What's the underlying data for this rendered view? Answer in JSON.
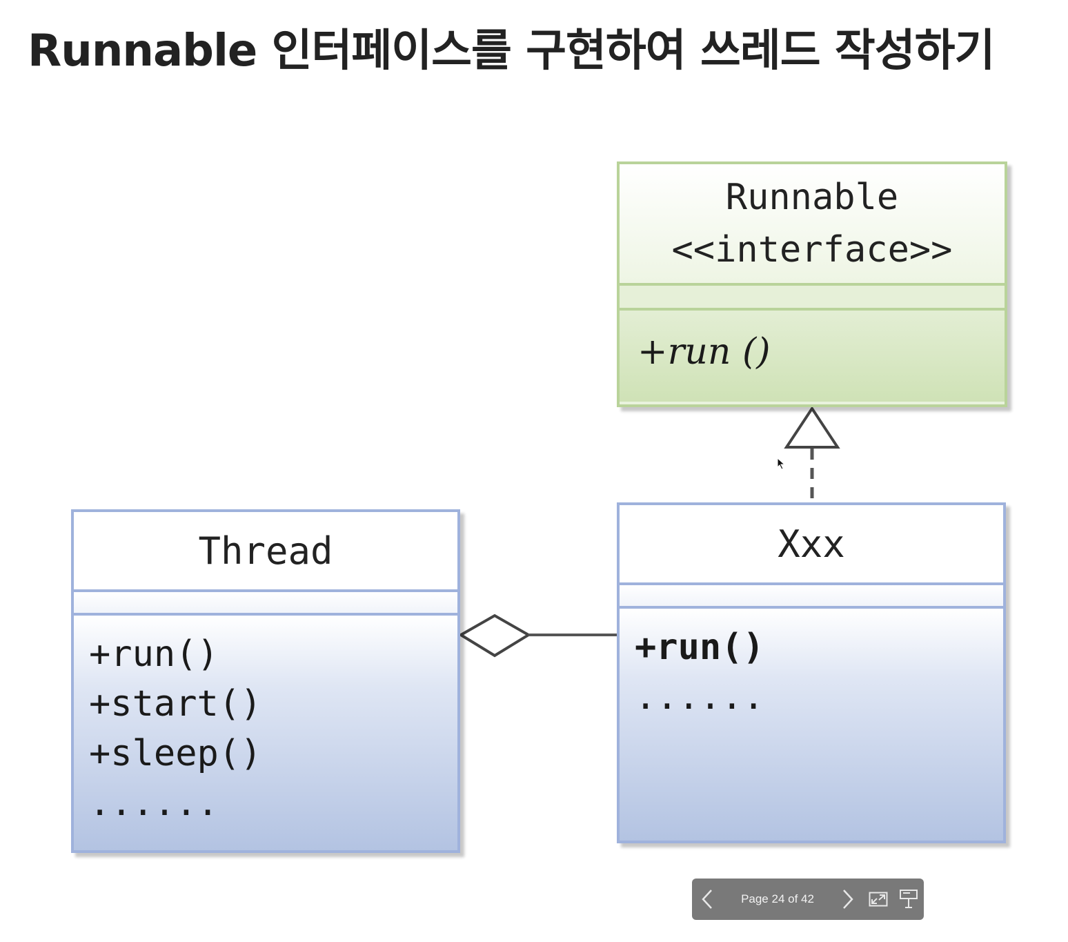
{
  "slide": {
    "title": "Runnable 인터페이스를 구현하여 쓰레드 작성하기"
  },
  "diagram": {
    "classes": {
      "runnable": {
        "name": "Runnable",
        "stereotype": "<<interface>>",
        "attributes": [],
        "operations": [
          "+run ()"
        ],
        "fill_color": "#e9f2dd",
        "border_color": "#b9d39a"
      },
      "thread": {
        "name": "Thread",
        "attributes": [],
        "operations": [
          "+run()",
          "+start()",
          "+sleep()",
          "......"
        ],
        "fill_color": "#b3c3e2",
        "border_color": "#9fb2dc"
      },
      "xxx": {
        "name": "Xxx",
        "attributes": [],
        "operations": [
          "+run()",
          "......"
        ],
        "fill_color": "#b3c3e2",
        "border_color": "#9fb2dc"
      }
    },
    "relationships": [
      {
        "type": "realization",
        "from": "Xxx",
        "to": "Runnable"
      },
      {
        "type": "aggregation",
        "whole": "Thread",
        "part": "Xxx"
      }
    ]
  },
  "pager": {
    "label": "Page 24 of 42",
    "current_page": 24,
    "total_pages": 42,
    "prev_icon": "chevron-left-icon",
    "next_icon": "chevron-right-icon",
    "fullscreen_icon": "fullscreen-icon",
    "presentation_icon": "presentation-icon"
  }
}
